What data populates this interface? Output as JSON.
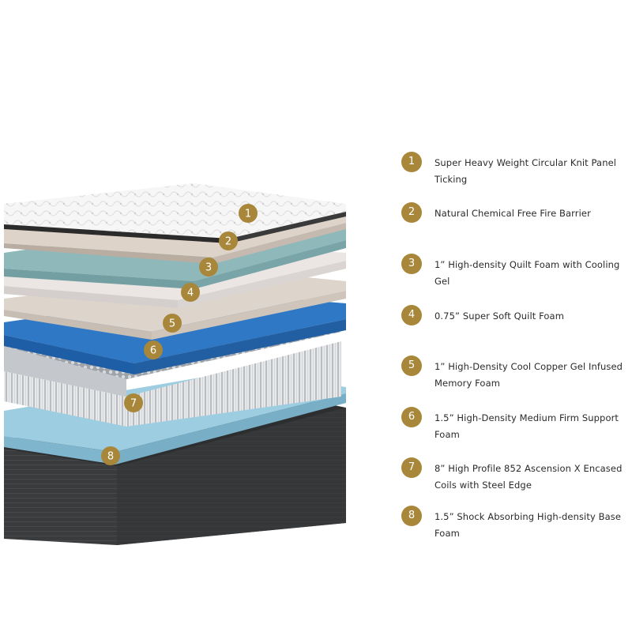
{
  "colors": {
    "badge": "#a8873a",
    "badge_text": "#ffffff",
    "label_text": "#2a2a2a",
    "cover": "#f4f4f4",
    "fire_barrier": "#d9cfc4",
    "quilt_gel_foam": "#86aeb1",
    "soft_quilt_foam": "#e2dcd9",
    "copper_gel_foam": "#d2c8c0",
    "support_foam": "#2a6ebd",
    "coils": "#c9cdd2",
    "base_foam": "#8fc0d6",
    "foundation": "#3b3c3e"
  },
  "layers": [
    {
      "num": "1",
      "label": "Super Heavy Weight Circular Knit Panel Ticking"
    },
    {
      "num": "2",
      "label": "Natural Chemical Free Fire Barrier"
    },
    {
      "num": "3",
      "label": "1” High-density Quilt Foam with Cooling Gel"
    },
    {
      "num": "4",
      "label": "0.75” Super Soft Quilt Foam"
    },
    {
      "num": "5",
      "label": "1” High-Density Cool Copper Gel Infused Memory Foam"
    },
    {
      "num": "6",
      "label": "1.5” High-Density Medium Firm Support Foam"
    },
    {
      "num": "7",
      "label": "8” High Profile 852 Ascension X Encased Coils with Steel Edge"
    },
    {
      "num": "8",
      "label": "1.5” Shock Absorbing High-density Base Foam"
    }
  ]
}
